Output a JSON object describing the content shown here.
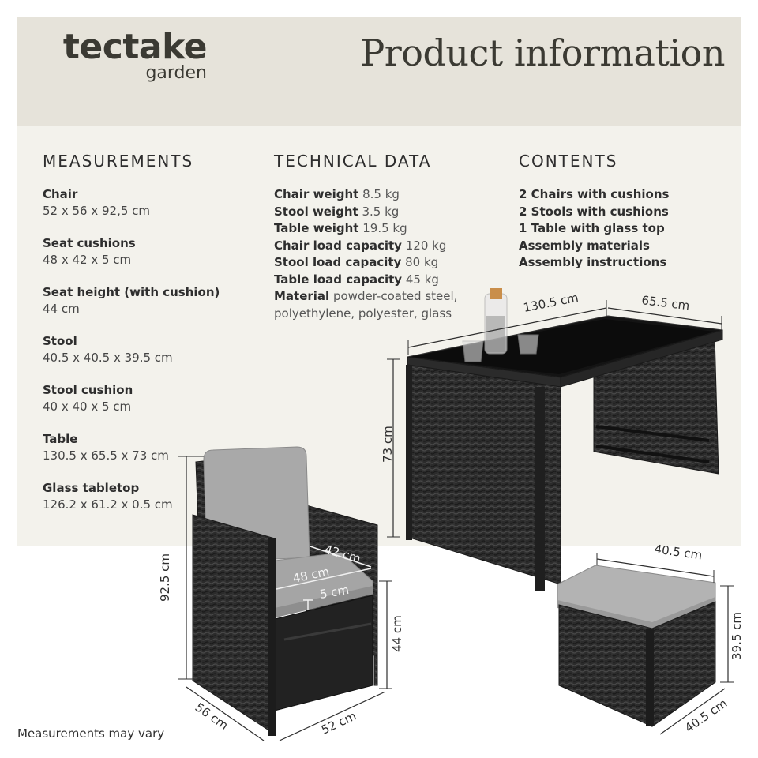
{
  "brand": {
    "name": "tectake",
    "sub": "garden"
  },
  "title": "Product information",
  "measurements": {
    "heading": "MEASUREMENTS",
    "items": [
      {
        "label": "Chair",
        "value": "52 x 56 x 92,5 cm"
      },
      {
        "label": "Seat cushions",
        "value": "48 x 42 x 5 cm"
      },
      {
        "label": "Seat height (with cushion)",
        "value": "44 cm"
      },
      {
        "label": "Stool",
        "value": "40.5 x 40.5 x 39.5 cm"
      },
      {
        "label": "Stool cushion",
        "value": "40 x 40 x 5 cm"
      },
      {
        "label": "Table",
        "value": "130.5 x 65.5 x 73 cm"
      },
      {
        "label": "Glass tabletop",
        "value": "126.2 x 61.2 x 0.5 cm"
      }
    ]
  },
  "technical": {
    "heading": "TECHNICAL DATA",
    "rows": [
      {
        "label": "Chair weight",
        "value": "8.5 kg"
      },
      {
        "label": "Stool weight",
        "value": "3.5 kg"
      },
      {
        "label": "Table weight",
        "value": "19.5 kg"
      },
      {
        "label": "Chair load capacity",
        "value": "120 kg"
      },
      {
        "label": "Stool load capacity",
        "value": "80 kg"
      },
      {
        "label": "Table load capacity",
        "value": "45 kg"
      },
      {
        "label": "Material",
        "value": "powder-coated steel,"
      }
    ],
    "material_cont": "polyethylene, polyester, glass"
  },
  "contents": {
    "heading": "CONTENTS",
    "items": [
      "2 Chairs with cushions",
      "2 Stools with cushions",
      "1 Table with glass top",
      "Assembly materials",
      "Assembly instructions"
    ]
  },
  "dimensions": {
    "table_length": "130.5 cm",
    "table_width": "65.5 cm",
    "table_height": "73 cm",
    "chair_height": "92.5 cm",
    "cushion_width": "42 cm",
    "cushion_depth": "48 cm",
    "cushion_thick": "5 cm",
    "seat_height": "44 cm",
    "chair_depth": "56 cm",
    "chair_width": "52 cm",
    "stool_top": "40.5 cm",
    "stool_height": "39.5 cm",
    "stool_depth": "40.5 cm"
  },
  "footnote": "Measurements may vary",
  "colors": {
    "header_bg": "#e6e3da",
    "panel_bg": "#f3f2ec",
    "rattan": "#2b2b2b",
    "cushion": "#a9a9a9",
    "text": "#3b3a33"
  }
}
